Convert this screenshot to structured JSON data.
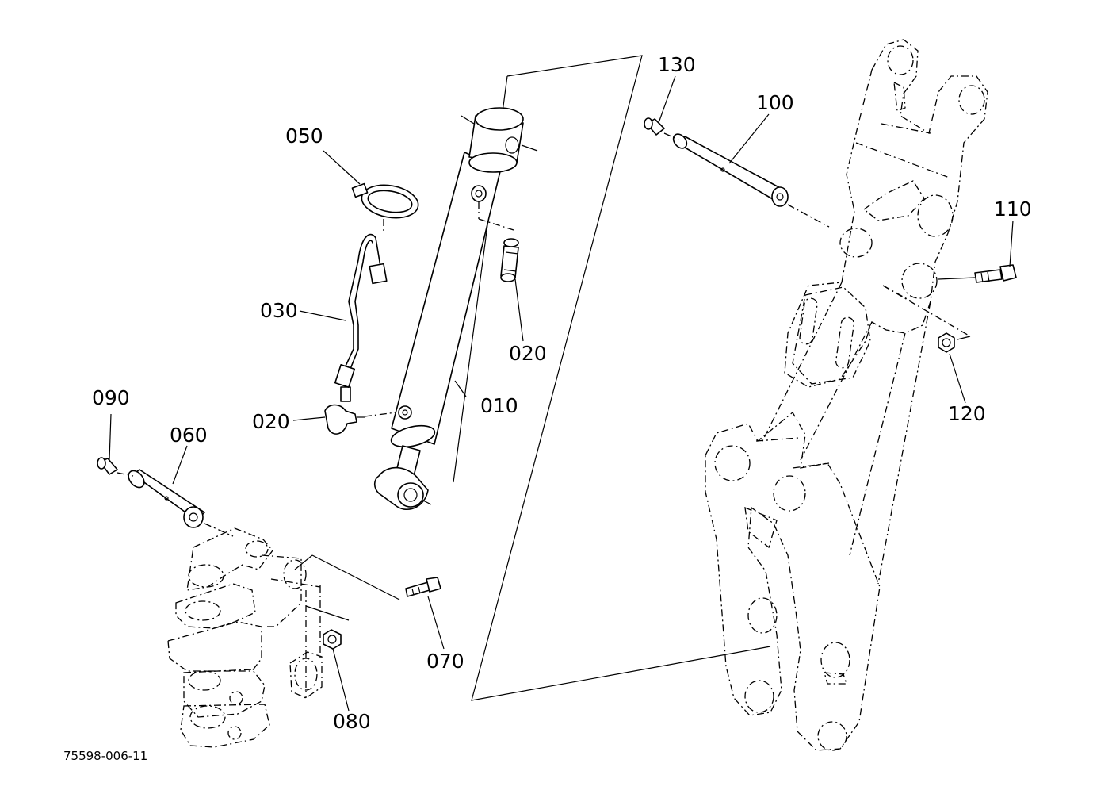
{
  "drawing_code": "75598-006-11",
  "labels": {
    "p010": "010",
    "p020a": "020",
    "p020b": "020",
    "p030": "030",
    "p050": "050",
    "p060": "060",
    "p070": "070",
    "p080": "080",
    "p090": "090",
    "p100": "100",
    "p110": "110",
    "p120": "120",
    "p130": "130"
  },
  "line_color": "#000000",
  "background": "#ffffff"
}
